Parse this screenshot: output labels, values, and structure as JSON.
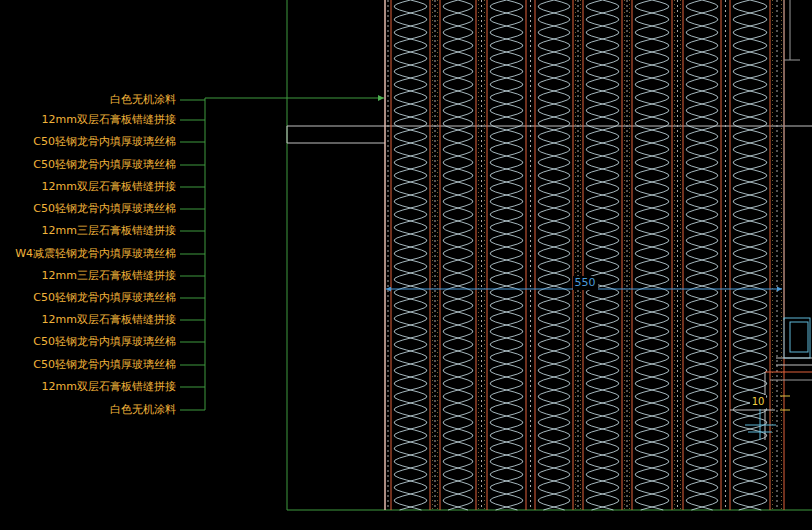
{
  "diagram": {
    "labels": [
      "白色无机涂料",
      "12mm双层石膏板错缝拼接",
      "C50轻钢龙骨内填厚玻璃丝棉",
      "C50轻钢龙骨内填厚玻璃丝棉",
      "12mm双层石膏板错缝拼接",
      "C50轻钢龙骨内填厚玻璃丝棉",
      "12mm三层石膏板错缝拼接",
      "W4减震轻钢龙骨内填厚玻璃丝棉",
      "12mm三层石膏板错缝拼接",
      "C50轻钢龙骨内填厚玻璃丝棉",
      "12mm双层石膏板错缝拼接",
      "C50轻钢龙骨内填厚玻璃丝棉",
      "C50轻钢龙骨内填厚玻璃丝棉",
      "12mm双层石膏板错缝拼接",
      "白色无机涂料",
      "550",
      "10"
    ]
  }
}
